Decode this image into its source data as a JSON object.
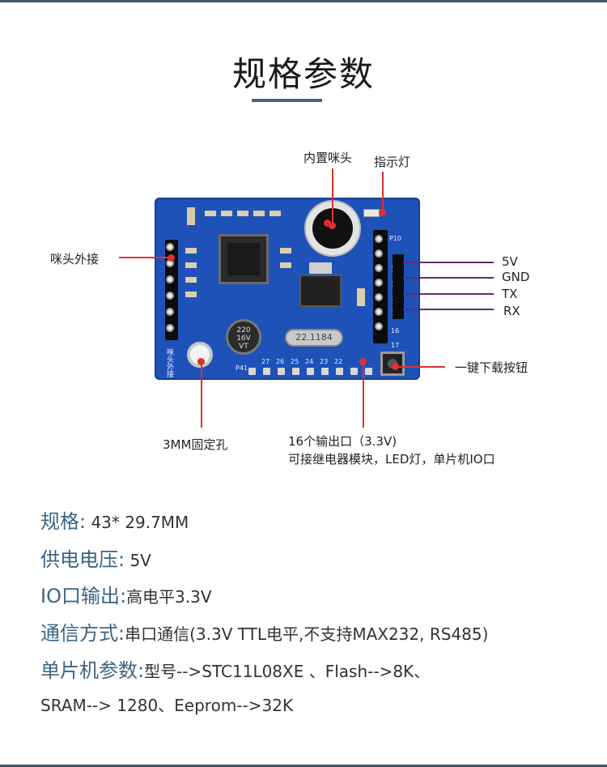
{
  "page": {
    "title": "规格参数"
  },
  "callouts": {
    "mic": "内置咪头",
    "indicator": "指示灯",
    "mic_external": "咪头外接",
    "pin_5v": "5V",
    "pin_gnd": "GND",
    "pin_tx": "TX",
    "pin_rx": "RX",
    "download_button": "一键下载按钮",
    "mount_hole": "3MM固定孔",
    "outputs_line1": "16个输出口（3.3V)",
    "outputs_line2": "可接继电器模块，LED灯，单片机IO口"
  },
  "board": {
    "crystal": "22.1184",
    "capacitor_line1": "220",
    "capacitor_line2": "16V",
    "capacitor_line3": "VT",
    "header_top_label": "P10",
    "header_right_numbers": [
      "12",
      "13",
      "14",
      "15",
      "16",
      "17"
    ],
    "bottom_numbers": [
      "27",
      "26",
      "25",
      "24",
      "23",
      "22"
    ],
    "bottom_left_label": "P41",
    "left_label": "咪头外接"
  },
  "specs": [
    {
      "key": "规格:",
      "value": " 43* 29.7MM"
    },
    {
      "key": "供电电压:",
      "value": " 5V"
    },
    {
      "key": "IO口输出:",
      "value": "高电平3.3V"
    },
    {
      "key": "通信方式:",
      "value": "串口通信(3.3V TTL电平,不支持MAX232, RS485)"
    },
    {
      "key": "单片机参数:",
      "value": "型号-->STC11L08XE 、Flash-->8K、"
    }
  ],
  "spec_continuation": "SRAM--> 1280、Eeprom-->32K",
  "colors": {
    "accent": "#3b6584",
    "pcb": "#1e52b8",
    "callout_red": "#e03030",
    "callout_purple": "#5a2e7a"
  }
}
